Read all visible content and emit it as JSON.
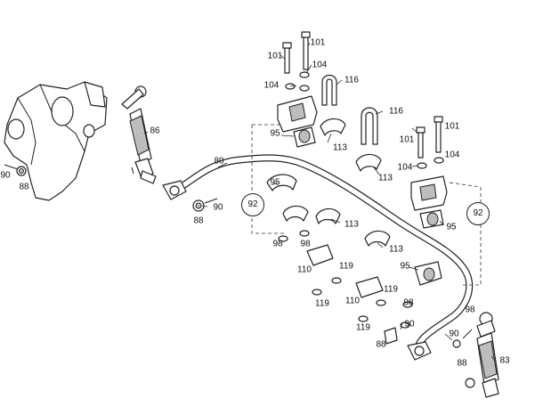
{
  "diagram": {
    "callouts": [
      {
        "id": "c101a",
        "text": "101"
      },
      {
        "id": "c101b",
        "text": "101"
      },
      {
        "id": "c104a",
        "text": "104"
      },
      {
        "id": "c104b",
        "text": "104"
      },
      {
        "id": "c116a",
        "text": "116"
      },
      {
        "id": "c116b",
        "text": "116"
      },
      {
        "id": "c101c",
        "text": "101"
      },
      {
        "id": "c101d",
        "text": "101"
      },
      {
        "id": "c104c",
        "text": "104"
      },
      {
        "id": "c104d",
        "text": "104"
      },
      {
        "id": "c86",
        "text": "86"
      },
      {
        "id": "c95a",
        "text": "95"
      },
      {
        "id": "c113a",
        "text": "113"
      },
      {
        "id": "c113b",
        "text": "113"
      },
      {
        "id": "c80",
        "text": "80"
      },
      {
        "id": "c95b",
        "text": "95"
      },
      {
        "id": "c95c",
        "text": "95"
      },
      {
        "id": "c90a",
        "text": "90"
      },
      {
        "id": "c88a",
        "text": "88"
      },
      {
        "id": "c90b",
        "text": "90"
      },
      {
        "id": "c88b",
        "text": "88"
      },
      {
        "id": "c113c",
        "text": "113"
      },
      {
        "id": "c98a",
        "text": "98"
      },
      {
        "id": "c98b",
        "text": "98"
      },
      {
        "id": "c113d",
        "text": "113"
      },
      {
        "id": "c110a",
        "text": "110"
      },
      {
        "id": "c119a",
        "text": "119"
      },
      {
        "id": "c95d",
        "text": "95"
      },
      {
        "id": "c119b",
        "text": "119"
      },
      {
        "id": "c110b",
        "text": "110"
      },
      {
        "id": "c119c",
        "text": "119"
      },
      {
        "id": "c98c",
        "text": "98"
      },
      {
        "id": "c98d",
        "text": "98"
      },
      {
        "id": "c90c",
        "text": "90"
      },
      {
        "id": "c88c",
        "text": "88"
      },
      {
        "id": "c90d",
        "text": "90"
      },
      {
        "id": "c88d",
        "text": "88"
      },
      {
        "id": "c83",
        "text": "83"
      }
    ],
    "group_markers": [
      {
        "id": "g92a",
        "text": "92"
      },
      {
        "id": "g92b",
        "text": "92"
      }
    ]
  }
}
